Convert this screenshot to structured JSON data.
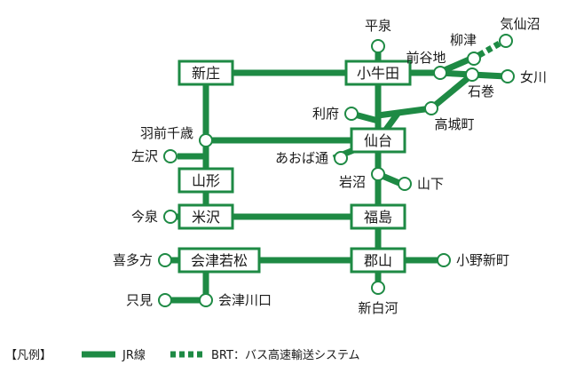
{
  "stations": {
    "shinjo": "新庄",
    "kogota": "小牛田",
    "usen_chitose": "羽前千歳",
    "sendai": "仙台",
    "hidarizawa": "左沢",
    "yamagata": "山形",
    "imaizumi": "今泉",
    "yonezawa": "米沢",
    "fukushima": "福島",
    "kitakata": "喜多方",
    "aizu_wakamatsu": "会津若松",
    "koriyama": "郡山",
    "ono_niimachi": "小野新町",
    "tadami": "只見",
    "aizu_kawaguchi": "会津川口",
    "shin_shirakawa": "新白河",
    "hiraizumi": "平泉",
    "maeyachi": "前谷地",
    "yanaizu": "柳津",
    "kesennuma": "気仙沼",
    "onagawa": "女川",
    "ishinomaki": "石巻",
    "rifu": "利府",
    "takagimachi": "高城町",
    "aoba_dori": "あおば通",
    "iwanuma": "岩沼",
    "yamashita": "山下"
  },
  "legend": {
    "title": "【凡例】",
    "jr_line": "JR線",
    "brt_line": "BRT：バス高速輸送システム"
  },
  "colors": {
    "line": "#1e8a44",
    "text": "#1a1a1a",
    "background": "#ffffff"
  }
}
